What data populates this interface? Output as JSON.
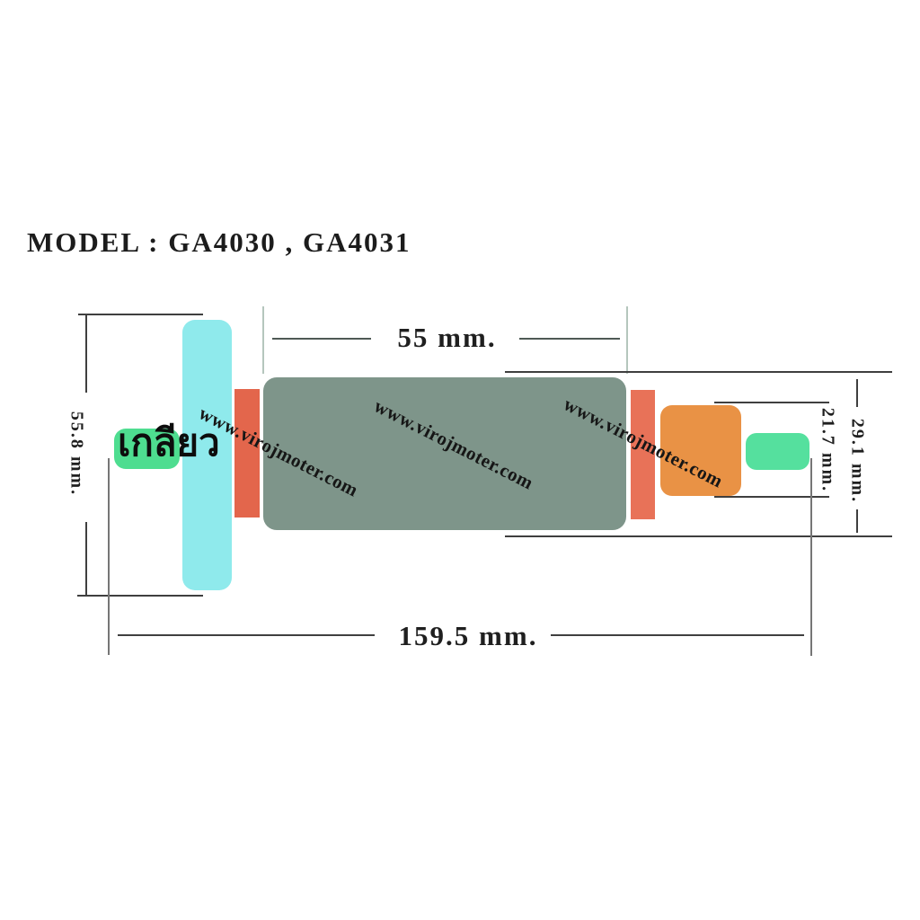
{
  "title": "MODEL : GA4030 , GA4031",
  "watermark": {
    "text": "www.virojmoter.com"
  },
  "diagram": {
    "thread_label": "เกลียว",
    "colors": {
      "fan": "#8feaec",
      "thread_block": "#4edd90",
      "spacer_left": "#e3664c",
      "core": "#7e958a",
      "spacer_right": "#e87258",
      "bearing": "#e99245",
      "shaft_end": "#55e09e"
    }
  },
  "dimensions": {
    "core_length": "55 mm.",
    "fan_diameter": "55.8 mm.",
    "total_length": "159.5 mm.",
    "right_outer_diameter": "29.1 mm.",
    "bearing_diameter": "21.7 mm."
  }
}
